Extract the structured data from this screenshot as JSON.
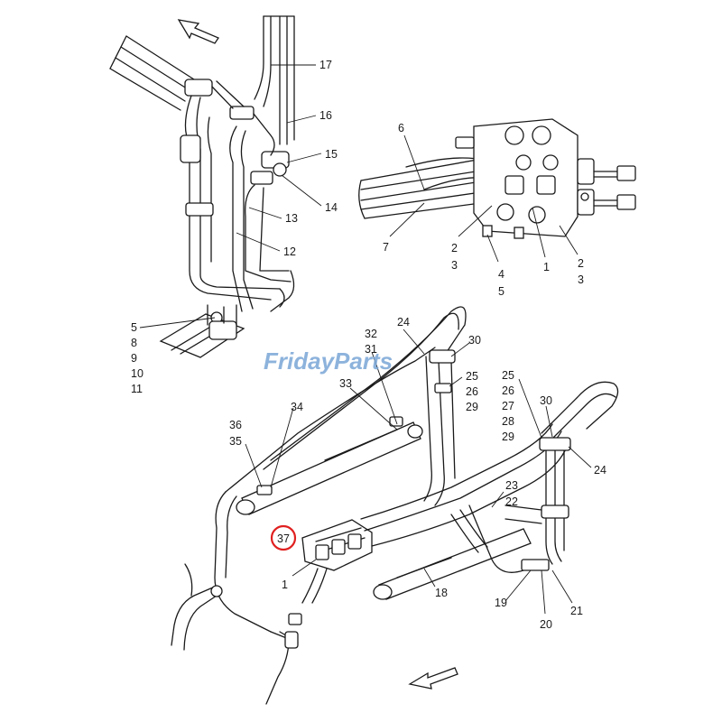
{
  "watermark": {
    "brand": "FridayParts",
    "color": "#7aa6d6"
  },
  "highlight": {
    "label": "37",
    "color": "#e02020"
  },
  "callouts": {
    "top_left": [
      "17",
      "16",
      "15",
      "14",
      "13",
      "12",
      "5",
      "8",
      "9",
      "10",
      "11"
    ],
    "top_right": [
      "6",
      "7",
      "2",
      "3",
      "4",
      "5",
      "1",
      "2",
      "3"
    ],
    "main": [
      "24",
      "32",
      "31",
      "30",
      "25",
      "26",
      "29",
      "33",
      "34",
      "36",
      "35",
      "25",
      "26",
      "27",
      "28",
      "29",
      "30",
      "24",
      "23",
      "22",
      "37",
      "1",
      "18",
      "19",
      "20",
      "21"
    ]
  },
  "icons": {
    "top_arrow": "direction-arrow-icon",
    "bottom_arrow": "direction-arrow-icon"
  }
}
